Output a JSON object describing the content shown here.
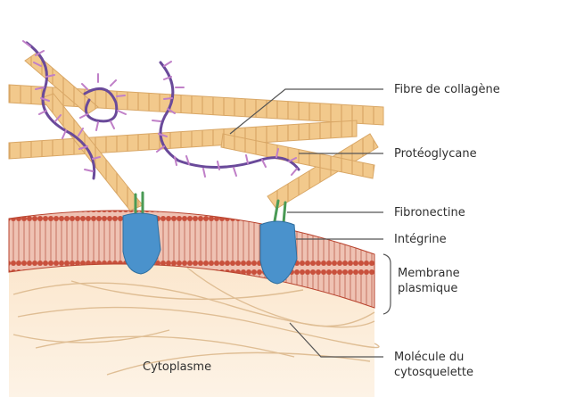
{
  "labels": {
    "collagen_fiber": "Fibre de collagène",
    "proteoglycan": "Protéoglycane",
    "fibronectin": "Fibronectine",
    "integrin": "Intégrine",
    "plasma_membrane": "Membrane\nplasmique",
    "cytoskeleton_molecule": "Molécule du\ncytosquelette",
    "cytoplasm": "Cytoplasme"
  },
  "colors": {
    "collagen": "#f2c98c",
    "collagen_stripe": "#d9a766",
    "membrane_head": "#c8503c",
    "membrane_tail": "#e9b3a4",
    "integrin": "#4a92cc",
    "fibronectin": "#4a9a55",
    "proteoglycan": "#6a4a9a",
    "proteoglycan_branch": "#c080c8",
    "cytoplasm": "#fbecd6",
    "cytoskeleton": "#e2c29a",
    "leader": "#555555"
  }
}
